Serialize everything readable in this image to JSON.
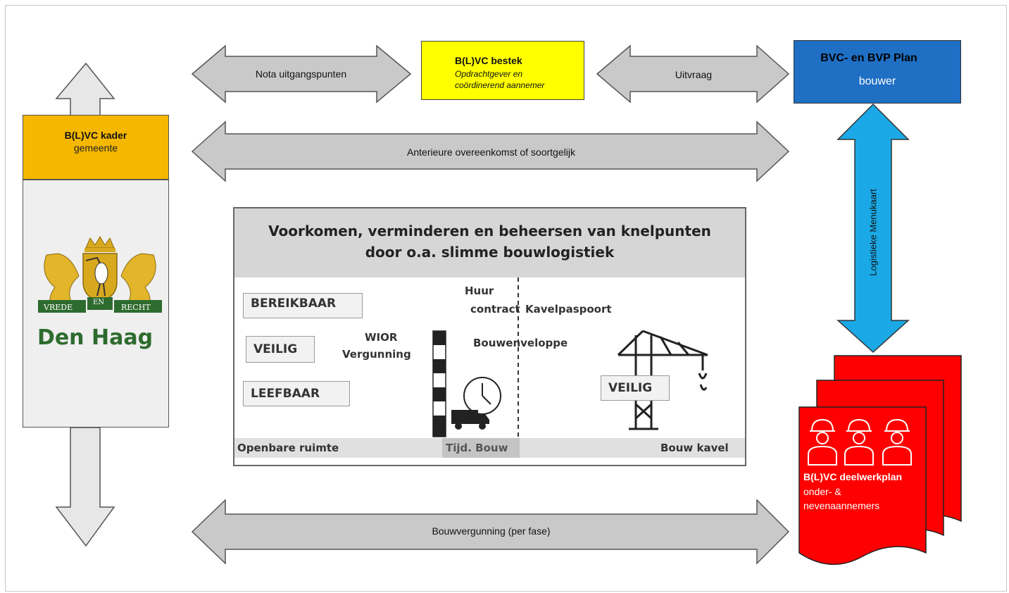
{
  "arrows": {
    "nota": "Nota uitgangspunten",
    "uitvraag": "Uitvraag",
    "anterieure": "Anterieure overeenkomst  of soortgelijk",
    "bouwvergunning": "Bouwvergunning  (per fase)",
    "logistieke": "Logistieke Menukaart"
  },
  "bestek": {
    "title": "B(L)VC bestek",
    "line1": "Opdrachtgever en",
    "line2": "coördinerend aannemer",
    "color": "#ffff00"
  },
  "bvc": {
    "title": "BVC- en BVP Plan",
    "sub": "bouwer",
    "color": "#1f6fc4"
  },
  "kader": {
    "title": "B(L)VC kader",
    "sub": "gemeente",
    "color": "#f5b700"
  },
  "denhaag": {
    "name": "Den Haag",
    "vrede": "VREDE",
    "en": "EN",
    "recht": "RECHT"
  },
  "center": {
    "heading1": "Voorkomen, verminderen en beheersen van knelpunten",
    "heading2": "door o.a. slimme bouwlogistiek",
    "bereikbaar": "BEREIKBAAR",
    "veilig1": "VEILIG",
    "leefbaar": "LEEFBAAR",
    "wior": "WIOR",
    "vergunning": "Vergunning",
    "huur": "Huur",
    "contract": "contract",
    "kavelpaspoort": "Kavelpaspoort",
    "bouwenveloppe": "Bouwenveloppe",
    "veilig2": "VEILIG",
    "openbare": "Openbare ruimte",
    "tijd": "Tijd. Bouw",
    "kavel": "Bouw kavel"
  },
  "deelwerk": {
    "title": "B(L)VC deelwerkplan",
    "line1": "onder- &",
    "line2": "nevenaannemers",
    "color": "#ff0000"
  }
}
